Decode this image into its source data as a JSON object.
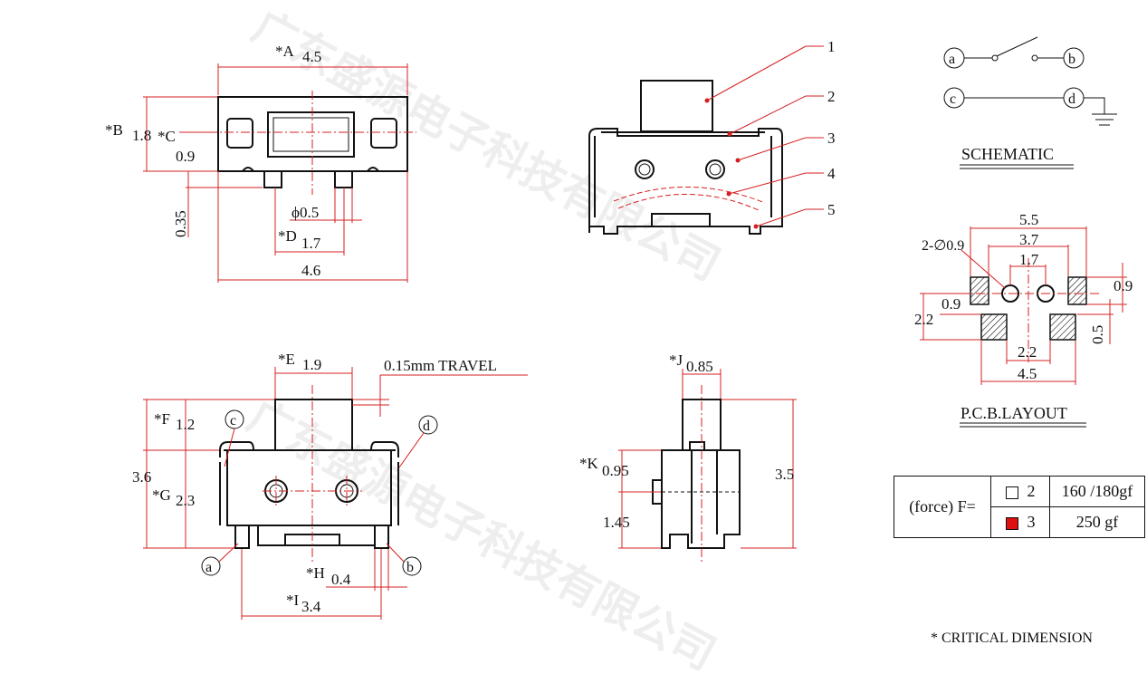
{
  "watermark": {
    "text": "广东盛源电子科技有限公司"
  },
  "top_view": {
    "dim_a": "*A",
    "dim_a_val": "4.5",
    "dim_b": "*B",
    "dim_b_val": "1.8",
    "dim_c": "*C",
    "dim_c_val": "0.9",
    "dim_035": "0.35",
    "dim_phi": "ϕ0.5",
    "dim_d": "*D",
    "dim_d_val": "1.7",
    "dim_46": "4.6"
  },
  "iso_view": {
    "callouts": [
      "1",
      "2",
      "3",
      "4",
      "5"
    ]
  },
  "schematic": {
    "terminals": [
      "a",
      "b",
      "c",
      "d"
    ],
    "title": "SCHEMATIC"
  },
  "pcb_layout": {
    "title": "P.C.B.LAYOUT",
    "dims": [
      "5.5",
      "3.7",
      "1.7",
      "2-∅0.9",
      "0.9",
      "0.9",
      "2.2",
      "2.2",
      "4.5",
      "0.5"
    ]
  },
  "front_view": {
    "dim_e": "*E",
    "dim_e_val": "1.9",
    "travel": "0.15mm  TRAVEL",
    "dim_f": "*F",
    "dim_f_val": "1.2",
    "dim_36": "3.6",
    "dim_g": "*G",
    "dim_g_val": "2.3",
    "dim_h": "*H",
    "dim_h_val": "0.4",
    "dim_i": "*I",
    "dim_i_val": "3.4",
    "terminals": [
      "c",
      "d",
      "a",
      "b"
    ]
  },
  "side_view": {
    "dim_j": "*J",
    "dim_j_val": "0.85",
    "dim_k": "*K",
    "dim_k_val": "0.95",
    "dim_145": "1.45",
    "dim_35": "3.5"
  },
  "force_table": {
    "label": "(force) F=",
    "rows": [
      {
        "code": "2",
        "value": "160 /180gf",
        "marker_color": "#ffffff"
      },
      {
        "code": "3",
        "value": "250 gf",
        "marker_color": "#e01010"
      }
    ]
  },
  "footnote": "* CRITICAL  DIMENSION"
}
